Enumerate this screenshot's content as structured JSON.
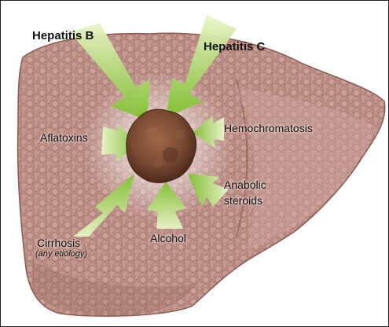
{
  "diagram": {
    "factors": {
      "hepatitis_b": "Hepatitis B",
      "hepatitis_c": "Hepatitis C",
      "hemochromatosis": "Hemochromatosis",
      "aflatoxins": "Aflatoxins",
      "anabolic_steroids_line1": "Anabolic",
      "anabolic_steroids_line2": "steroids",
      "alcohol": "Alcohol",
      "cirrhosis": "Cirrhosis",
      "cirrhosis_note": "(any etiology)"
    },
    "colors": {
      "liver": "#b98a80",
      "liver_dark": "#8f5e55",
      "tumor": "#7a4a33",
      "arrow": "#8ec63f",
      "arrow_light": "#e8f5c8",
      "border": "#222222"
    }
  }
}
